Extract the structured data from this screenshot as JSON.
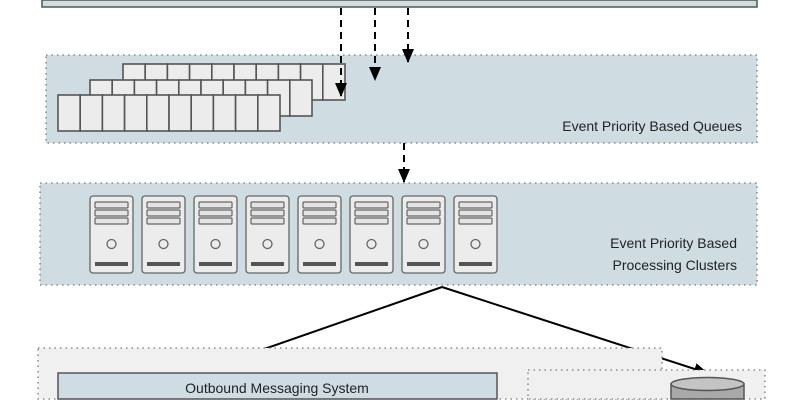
{
  "queues": {
    "label": "Event Priority Based Queues",
    "rows": 3,
    "cells_per_row": 10
  },
  "clusters": {
    "label_line1": "Event Priority Based",
    "label_line2": "Processing Clusters",
    "server_count": 8
  },
  "outbound": {
    "label": "Outbound Messaging System"
  },
  "colors": {
    "panel": "#cfdde3",
    "outer_panel": "#f0f0f0",
    "cell": "#ececec",
    "stroke": "#555555",
    "database": "#a9a9a9"
  }
}
